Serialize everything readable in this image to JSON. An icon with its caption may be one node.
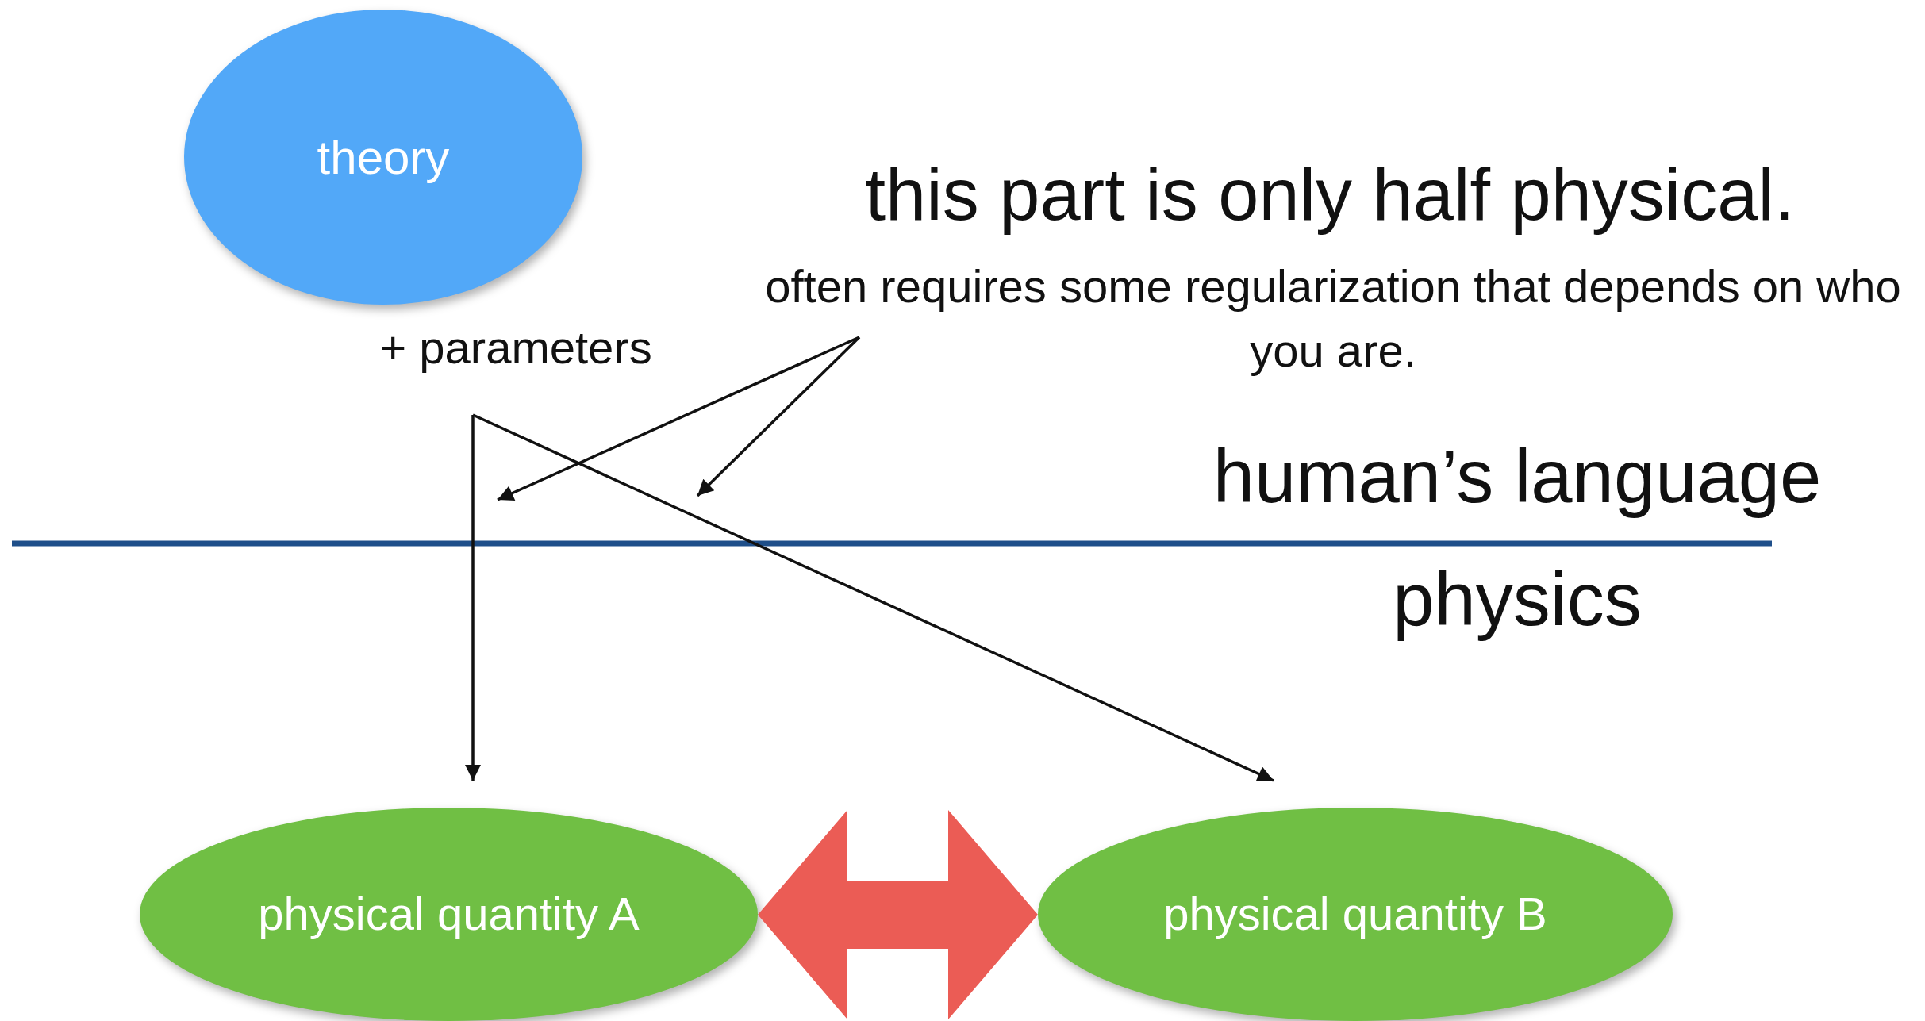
{
  "diagram": {
    "nodes": [
      {
        "text": [
          "theory"
        ]
      },
      {
        "text": [
          "often requires some regularization that depends on who you are."
        ]
      },
      {
        "text": [
          "+ parameters"
        ]
      },
      {
        "text": [
          "physical quantity A"
        ]
      },
      {
        "text": [
          "physical quantity B"
        ]
      }
    ],
    "edges": [
      {
        "from": 2,
        "to": 3,
        "arrow": "to"
      },
      {
        "from": 2,
        "to": 4,
        "arrow": "to"
      },
      {
        "from": 1,
        "to": null,
        "arrow": "to"
      },
      {
        "from": 1,
        "to": null,
        "arrow": "to"
      },
      {
        "from": 3,
        "to": 4,
        "arrow": "both",
        "style": "thick",
        "color": "#eb5c55"
      }
    ],
    "labels": [
      "this part is only half physical.",
      "human’s language",
      "physics"
    ]
  }
}
